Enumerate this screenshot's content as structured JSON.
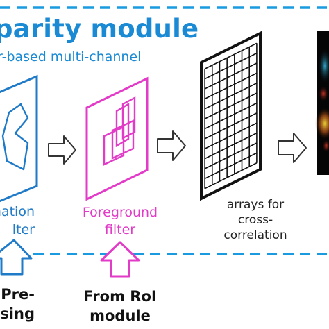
{
  "header": {
    "title": "parity module",
    "subtitle": "r-based multi-channel"
  },
  "stages": {
    "elimination_filter": {
      "line1": "ination",
      "line2": "lter"
    },
    "foreground_filter": {
      "line1": "Foreground",
      "line2": "filter"
    },
    "arrays": {
      "line1": "arrays for",
      "line2": "cross-",
      "line3": "correlation"
    }
  },
  "inputs": {
    "preprocessing": {
      "line1": "Pre-",
      "line2": "ssing"
    },
    "roi": {
      "line1": "From RoI",
      "line2": "module"
    }
  },
  "colors": {
    "module_border": "#1a9be0",
    "blue_stage": "#1f7ac7",
    "pink_stage": "#e23bc8",
    "grid": "#111111",
    "arrow_outline": "#333333"
  },
  "icons": {
    "stage_arrow": "hollow-right-arrow",
    "input_arrow": "hollow-up-arrow",
    "grid": "cross-correlation-grid-icon",
    "image": "fluorescence-image-thumbnail"
  }
}
